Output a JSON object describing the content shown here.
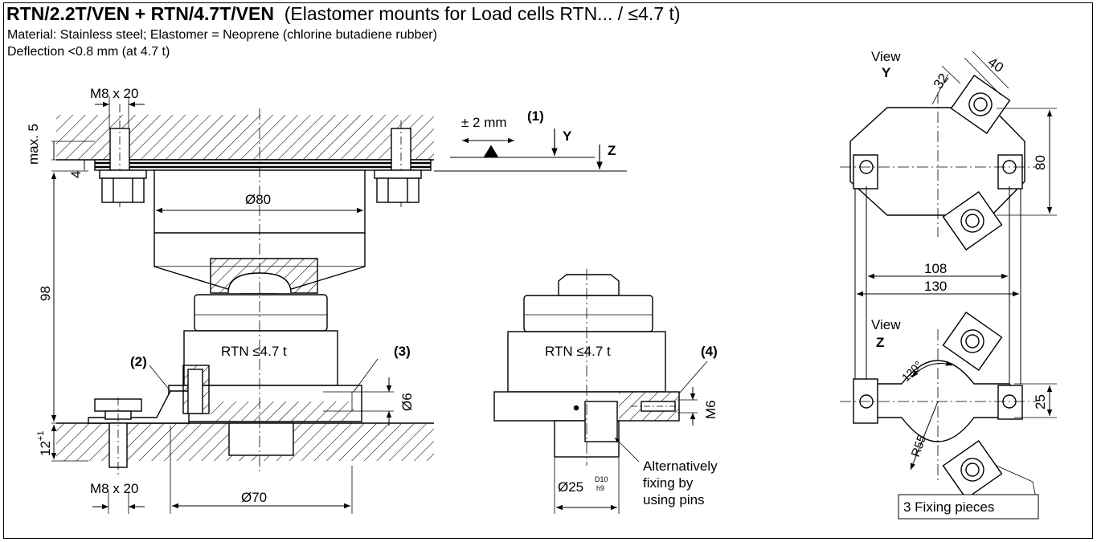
{
  "header": {
    "title_bold": "RTN/2.2T/VEN + RTN/4.7T/VEN",
    "title_rest": "(Elastomer mounts for Load cells RTN... / ≤4.7 t)",
    "material": "Material: Stainless steel; Elastomer = Neoprene (chlorine butadiene rubber)",
    "deflection": "Deflection <0.8 mm (at 4.7 t)"
  },
  "left_view": {
    "bolt_top": "M8 x 20",
    "bolt_bottom": "M8 x 20",
    "max5": "max. 5",
    "dim4": "4",
    "dim98": "98",
    "dim12": "12",
    "dim12_sup": "+1",
    "dia80": "Ø80",
    "dia70": "Ø70",
    "tolerance": "± 2 mm",
    "callout1": "(1)",
    "callout2": "(2)",
    "callout3": "(3)",
    "axis_y": "Y",
    "axis_z": "Z",
    "cell_label": "RTN ≤4.7 t",
    "dia6": "Ø6"
  },
  "middle_view": {
    "cell_label": "RTN ≤4.7 t",
    "callout4": "(4)",
    "m6": "M6",
    "dia25": "Ø25",
    "tol_top": "D10",
    "tol_bottom": "h9",
    "note_line1": "Alternatively",
    "note_line2": "fixing by",
    "note_line3": "using pins"
  },
  "right_view": {
    "view_y_1": "View",
    "view_y_2": "Y",
    "dim32": "32",
    "dim40": "40",
    "dim80": "80",
    "dim108": "108",
    "dim130": "130",
    "view_z_1": "View",
    "view_z_2": "Z",
    "angle120": "120°",
    "r55": "R55",
    "dim25": "25",
    "fixing": "3 Fixing pieces"
  }
}
